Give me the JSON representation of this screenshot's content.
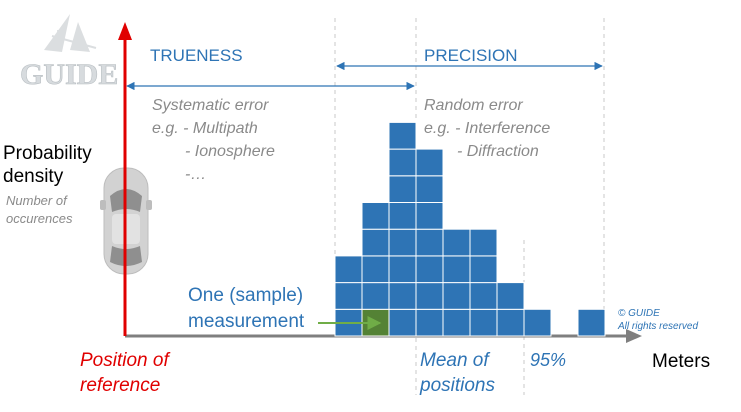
{
  "logo": {
    "text": "GUIDE"
  },
  "labels": {
    "trueness": "TRUENESS",
    "precision": "PRECISION",
    "y_title_1": "Probability",
    "y_title_2": "density",
    "y_sub_1": "Number of",
    "y_sub_2": "occurences",
    "systematic_title": "Systematic error",
    "systematic_1": "e.g. - Multipath",
    "systematic_2": "- Ionosphere",
    "systematic_3": "-…",
    "random_title": "Random error",
    "random_1": "e.g. - Interference",
    "random_2": "- Diffraction",
    "sample_1": "One (sample)",
    "sample_2": "measurement",
    "copyright_1": "© GUIDE",
    "copyright_2": "All rights reserved",
    "x_ref_1": "Position of",
    "x_ref_2": "reference",
    "x_mean_1": "Mean of",
    "x_mean_2": "positions",
    "x_95": "95%",
    "x_unit": "Meters"
  },
  "colors": {
    "bar": "#2e74b5",
    "bar_border": "#ffffff",
    "highlight_cell": "#548235",
    "reference_axis": "#e00000",
    "x_axis": "#7f7f7f",
    "accent_text": "#2e74b5",
    "muted_text": "#8a8a8a"
  },
  "chart_data": {
    "type": "bar",
    "columns": [
      {
        "index": 0,
        "stack": 3
      },
      {
        "index": 1,
        "stack": 5
      },
      {
        "index": 2,
        "stack": 8
      },
      {
        "index": 3,
        "stack": 7
      },
      {
        "index": 4,
        "stack": 4
      },
      {
        "index": 5,
        "stack": 4
      },
      {
        "index": 6,
        "stack": 2
      },
      {
        "index": 7,
        "stack": 1
      },
      {
        "index": 8,
        "stack": 0
      },
      {
        "index": 9,
        "stack": 1
      }
    ],
    "highlighted_cell": {
      "column": 1,
      "level": 0
    }
  }
}
